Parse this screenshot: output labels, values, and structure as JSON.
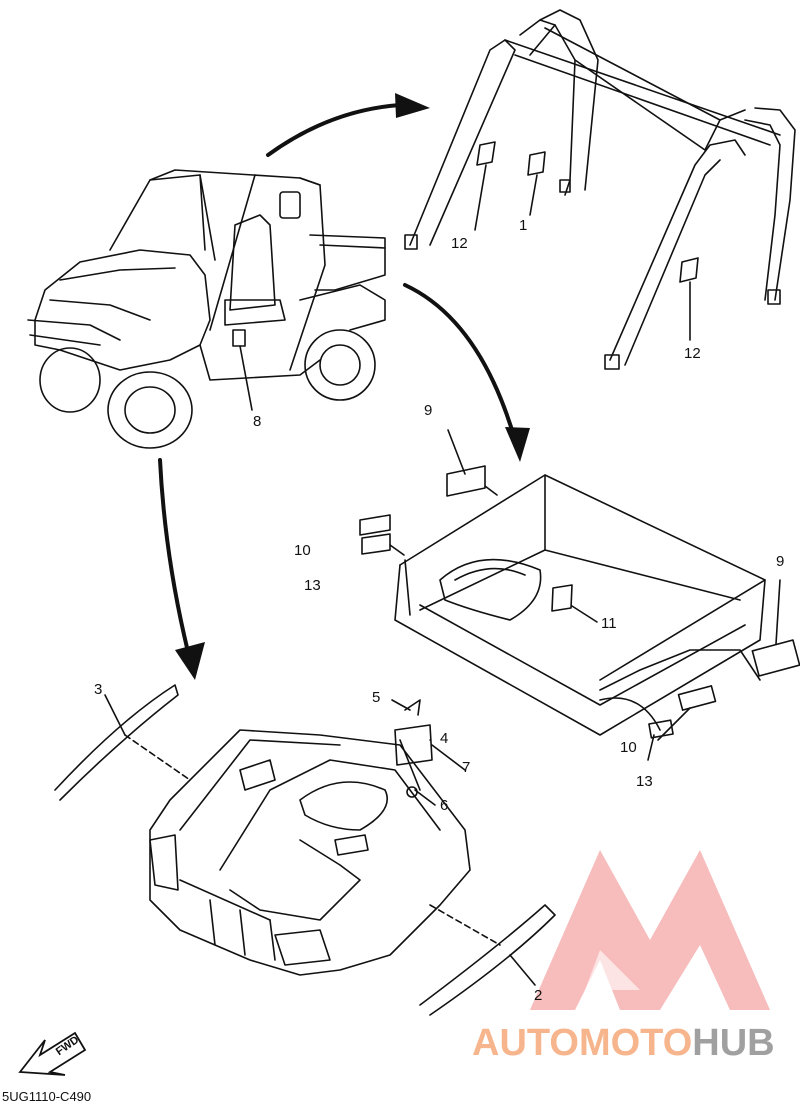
{
  "diagram": {
    "part_code": "5UG1110-C490",
    "fwd_label": "FWD",
    "watermark": {
      "part1": "AUTOMOTO",
      "part2": "HUB",
      "color_primary": "#f6b58d",
      "color_secondary": "#a0a0a0",
      "logo_color": "#f4a0a0"
    },
    "callouts": {
      "c1": "1",
      "c2": "2",
      "c3": "3",
      "c4": "4",
      "c5": "5",
      "c6": "6",
      "c7": "7",
      "c8": "8",
      "c9a": "9",
      "c9b": "9",
      "c10a": "10",
      "c10b": "10",
      "c11": "11",
      "c12a": "12",
      "c12b": "12",
      "c13a": "13",
      "c13b": "13"
    },
    "icons": [
      "fwd-arrow-icon",
      "automotohub-logo-icon"
    ]
  }
}
